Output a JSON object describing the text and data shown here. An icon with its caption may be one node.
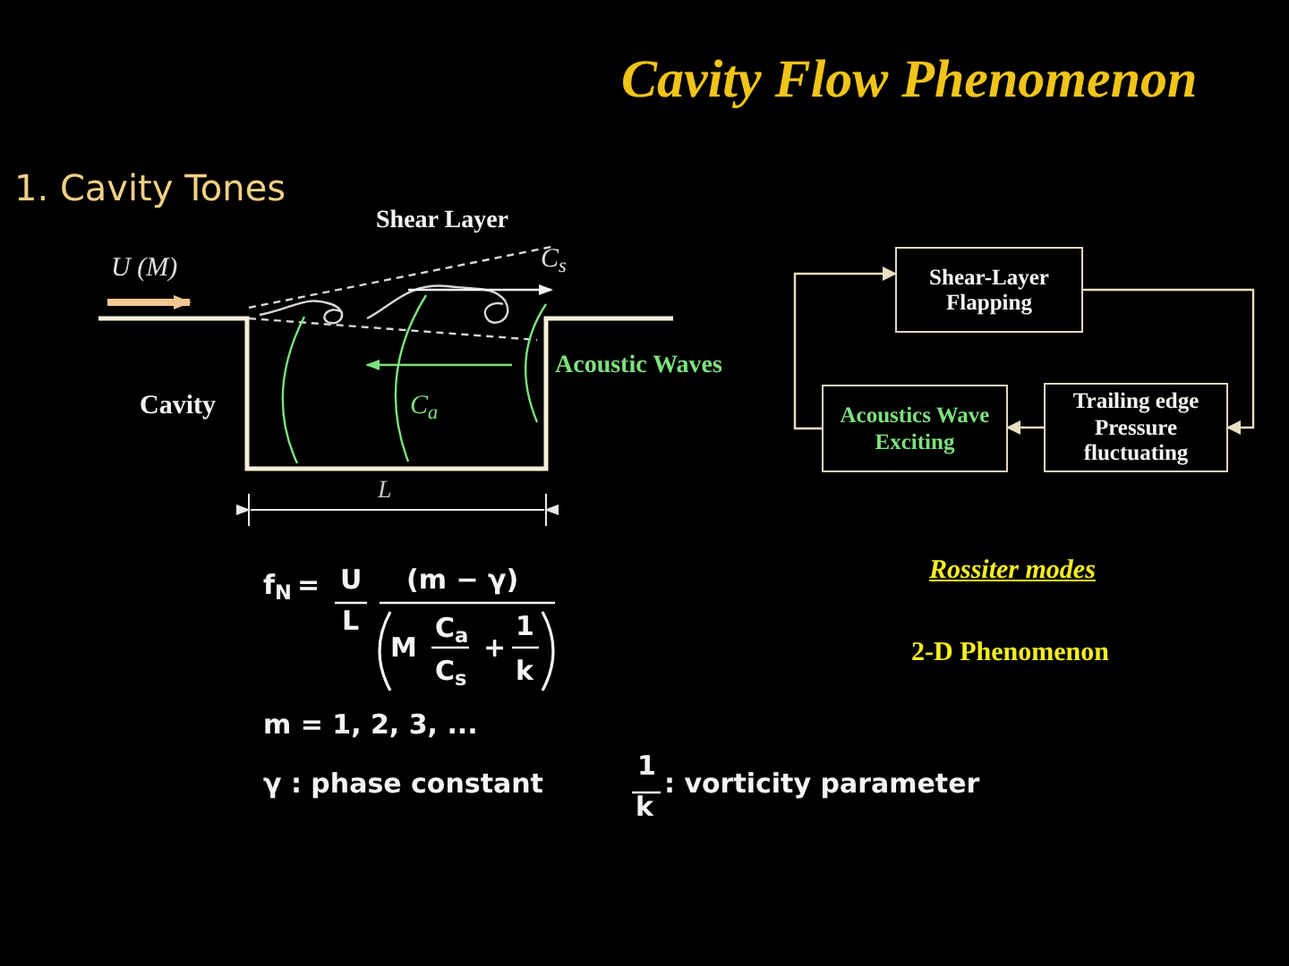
{
  "diagram": {
    "title": "Cavity Flow Phenomenon",
    "nodes": [
      {
        "text": [
          "Shear-Layer Flapping"
        ]
      },
      {
        "text": [
          "Trailing edge Pressure fluctuating"
        ]
      },
      {
        "text": [
          "Acoustics Wave Exciting"
        ]
      }
    ],
    "edges": [
      {
        "from": 0,
        "to": 1,
        "arrow": "to"
      },
      {
        "from": 1,
        "to": 2,
        "arrow": "to"
      },
      {
        "from": 2,
        "to": 0,
        "arrow": "to"
      }
    ],
    "labels": [
      "1. Cavity Tones",
      "Shear Layer",
      "U (M)",
      "C$_{s}$",
      "Acoustic Waves",
      "Cavity",
      "C$_{a}$",
      "L",
      "f$_{N}$",
      "=",
      "U",
      "L",
      "(m − γ)",
      "M",
      "C$_{a}$",
      "+",
      "1",
      "C$_{s}$",
      "k",
      "Rossiter modes",
      "2-D Phenomenon",
      "m = 1, 2, 3, ...",
      "γ : phase constant",
      "1",
      "k",
      ": vorticity parameter"
    ]
  }
}
